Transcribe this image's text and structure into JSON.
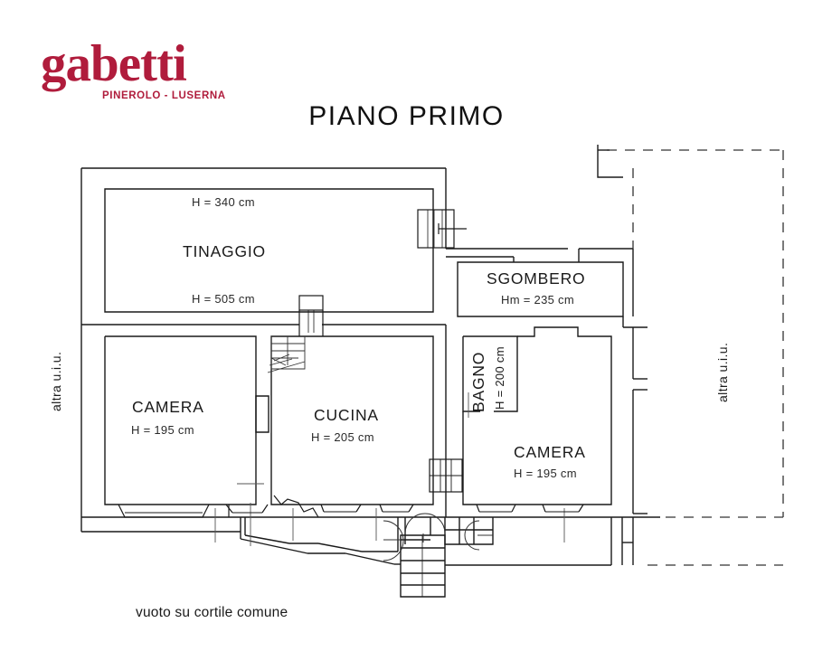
{
  "logo": {
    "word": "gabetti",
    "subtitle": "PINEROLO - LUSERNA",
    "color": "#B01C3C"
  },
  "title": "PIANO PRIMO",
  "rooms": [
    {
      "name": "TINAGGIO",
      "height_top": "H = 340 cm",
      "height_bottom": "H = 505 cm"
    },
    {
      "name": "SGOMBERO",
      "height": "Hm = 235 cm"
    },
    {
      "name": "CAMERA",
      "height": "H = 195 cm"
    },
    {
      "name": "CUCINA",
      "height": "H = 205 cm"
    },
    {
      "name": "BAGNO",
      "height": "H = 200 cm"
    },
    {
      "name": "CAMERA",
      "height": "H = 195 cm"
    }
  ],
  "annotations": {
    "left_side": "altra u.i.u.",
    "right_side": "altra u.i.u.",
    "bottom_note": "vuoto su cortile comune"
  },
  "drawing": {
    "line_color": "#1a1a1a",
    "thin_line_color": "#444444",
    "dashed_color": "#333333",
    "background": "#ffffff"
  }
}
